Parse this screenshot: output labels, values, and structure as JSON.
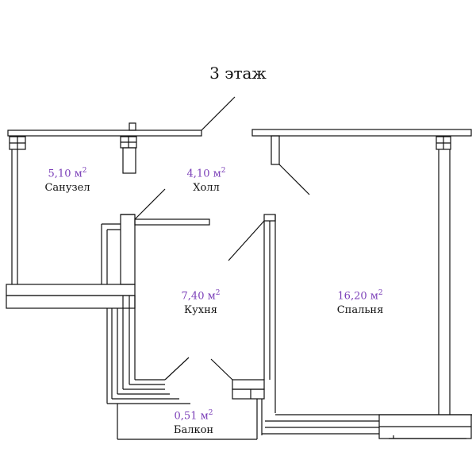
{
  "title": "3 этаж",
  "rooms": {
    "bathroom": {
      "name": "Санузел",
      "area": "5,10 м",
      "unit_sup": "2"
    },
    "hall": {
      "name": "Холл",
      "area": "4,10 м",
      "unit_sup": "2"
    },
    "kitchen": {
      "name": "Кухня",
      "area": "7,40 м",
      "unit_sup": "2"
    },
    "bedroom": {
      "name": "Спальня",
      "area": "16,20 м",
      "unit_sup": "2"
    },
    "balcony": {
      "name": "Балкон",
      "area": "0,51 м",
      "unit_sup": "2"
    }
  },
  "colors": {
    "area_text": "#7b3fb8",
    "wall": "#111111"
  }
}
